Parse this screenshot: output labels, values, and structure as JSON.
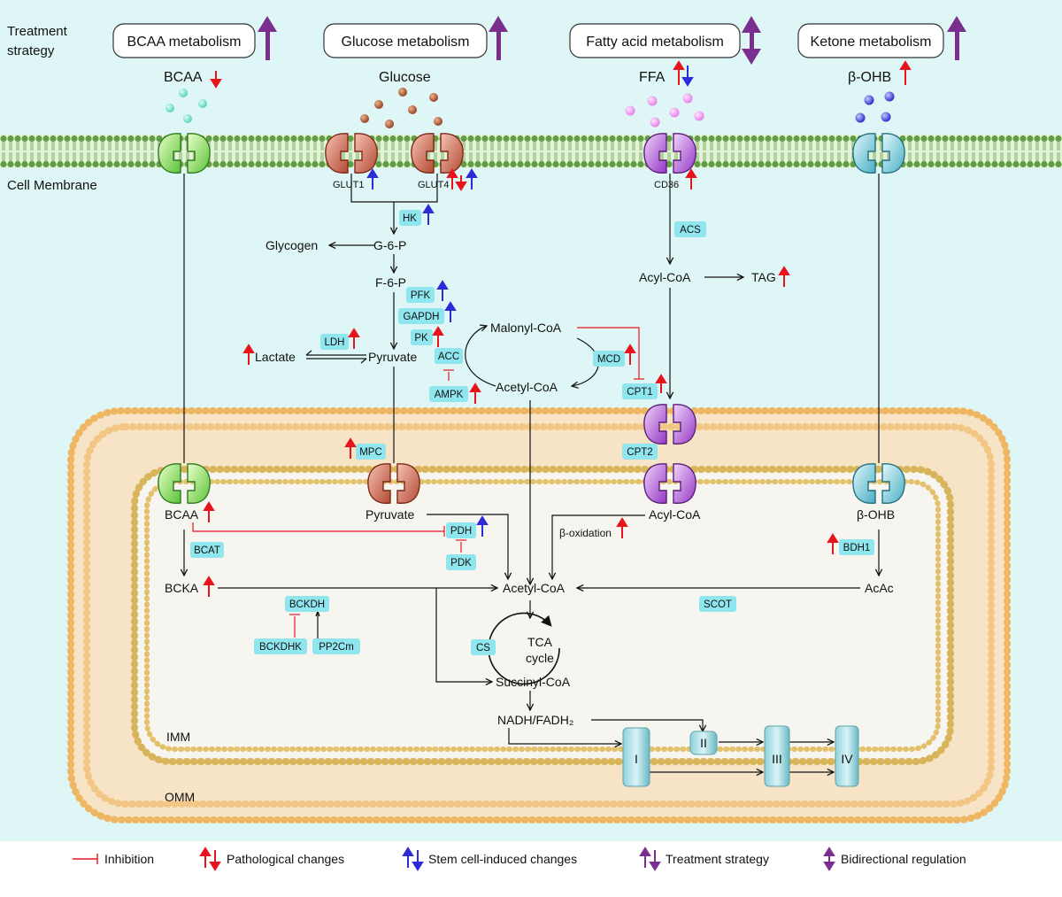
{
  "strategy_label": [
    "Treatment",
    "strategy"
  ],
  "membrane_label": "Cell Membrane",
  "strategies": [
    {
      "label": "BCAA metabolism",
      "arrow": "up"
    },
    {
      "label": "Glucose metabolism",
      "arrow": "up"
    },
    {
      "label": "Fatty acid metabolism",
      "arrow": "both"
    },
    {
      "label": "Ketone metabolism",
      "arrow": "up"
    }
  ],
  "substrates": {
    "bcaa": "BCAA",
    "glucose": "Glucose",
    "ffa": "FFA",
    "bohb": "β-OHB"
  },
  "transporters": {
    "glut1": "GLUT1",
    "glut4": "GLUT4",
    "cd36": "CD36"
  },
  "metabolites": {
    "glycogen": "Glycogen",
    "g6p": "G-6-P",
    "f6p": "F-6-P",
    "pyruvate_cyto": "Pyruvate",
    "lactate": "Lactate",
    "malonyl_coa": "Malonyl-CoA",
    "acetyl_coa_cyto": "Acetyl-CoA",
    "acyl_coa_cyto": "Acyl-CoA",
    "tag": "TAG",
    "bcaa_mito": "BCAA",
    "bcka": "BCKA",
    "pyruvate_mito": "Pyruvate",
    "acetyl_coa_mito": "Acetyl-CoA",
    "acyl_coa_mito": "Acyl-CoA",
    "bohb_mito": "β-OHB",
    "acac": "AcAc",
    "beta_oxidation": "β-oxidation",
    "tca": [
      "TCA",
      "cycle"
    ],
    "succinyl_coa": "Succinyl-CoA",
    "nadh": "NADH/FADH₂"
  },
  "enzymes": {
    "hk": "HK",
    "pfk": "PFK",
    "gapdh": "GAPDH",
    "pk": "PK",
    "ldh": "LDH",
    "acc": "ACC",
    "ampk": "AMPK",
    "mcd": "MCD",
    "acs": "ACS",
    "cpt1": "CPT1",
    "cpt2": "CPT2",
    "mpc": "MPC",
    "pdh": "PDH",
    "pdk": "PDK",
    "bcat": "BCAT",
    "bckdh": "BCKDH",
    "bckdhk": "BCKDHK",
    "pp2cm": "PP2Cm",
    "bdh1": "BDH1",
    "scot": "SCOT",
    "cs": "CS"
  },
  "complexes": [
    "I",
    "II",
    "III",
    "IV"
  ],
  "membranes": {
    "imm": "IMM",
    "omm": "OMM"
  },
  "legend": [
    {
      "symbol": "inhibition",
      "label": "Inhibition"
    },
    {
      "symbol": "pathological",
      "label": "Pathological changes"
    },
    {
      "symbol": "stem_cell",
      "label": "Stem cell-induced changes"
    },
    {
      "symbol": "treatment",
      "label": "Treatment strategy"
    },
    {
      "symbol": "bidirectional",
      "label": "Bidirectional regulation"
    }
  ],
  "colors": {
    "background": "#dff6f6",
    "pathological": "#e8141c",
    "stem_cell": "#2b2bd8",
    "treatment": "#7a2f8f",
    "inhibition": "#e8141c",
    "enzyme_tag": "#8fe6ee",
    "membrane_green": "#5a9e3c",
    "mito_orange": "#f2b45a"
  }
}
